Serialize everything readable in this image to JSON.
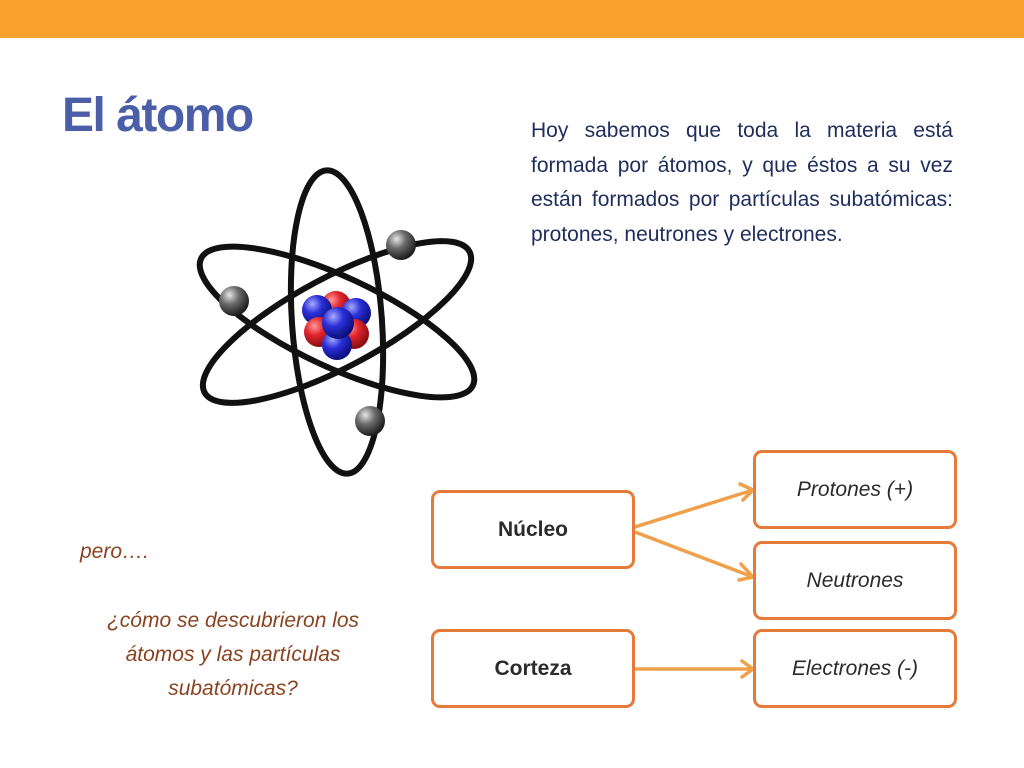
{
  "title": "El átomo",
  "intro_text": "Hoy sabemos que toda la materia está formada por átomos, y que éstos a su vez están formados por partículas subatómicas: protones, neutrones y electrones.",
  "pero": "pero….",
  "question": "¿cómo se descubrieron los átomos y las partículas subatómicas?",
  "diagram": {
    "nucleo": "Núcleo",
    "corteza": "Corteza",
    "protones": "Protones (+)",
    "neutrones": "Neutrones",
    "electrones": "Electrones (-)"
  },
  "colors": {
    "accent_bar": "#f9a12a",
    "title": "#4a5fa8",
    "box_border": "#e57a3a",
    "arrow": "#f0a04a",
    "proton": "#e0242c",
    "neutron": "#2a2fd8",
    "electron": "#555555"
  }
}
